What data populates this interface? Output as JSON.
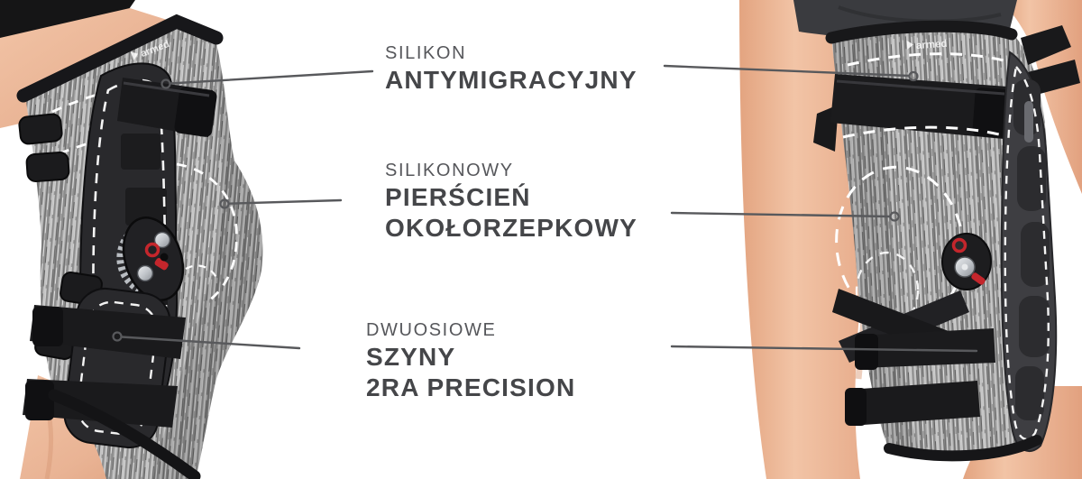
{
  "figure": {
    "type": "annotated-product-diagram",
    "background": "#ffffff",
    "brand_logo_text": "armed",
    "labels": [
      {
        "eyebrow": "SILIKON",
        "title_lines": [
          "ANTYMIGRACYJNY"
        ]
      },
      {
        "eyebrow": "SILIKONOWY",
        "title_lines": [
          "PIERŚCIEŃ",
          "OKOŁORZEPKOWY"
        ]
      },
      {
        "eyebrow": "DWUOSIOWE",
        "title_lines": [
          "SZYNY",
          "2RA PRECISION"
        ]
      }
    ],
    "colors": {
      "label_eyebrow": "#56575b",
      "label_title": "#454649",
      "callout_line": "#58595c",
      "accent_red": "#c4262c",
      "brace_dark": "#1c1c1e",
      "fabric_heather": "#a8a8a8",
      "skin": "#eab79a"
    }
  }
}
